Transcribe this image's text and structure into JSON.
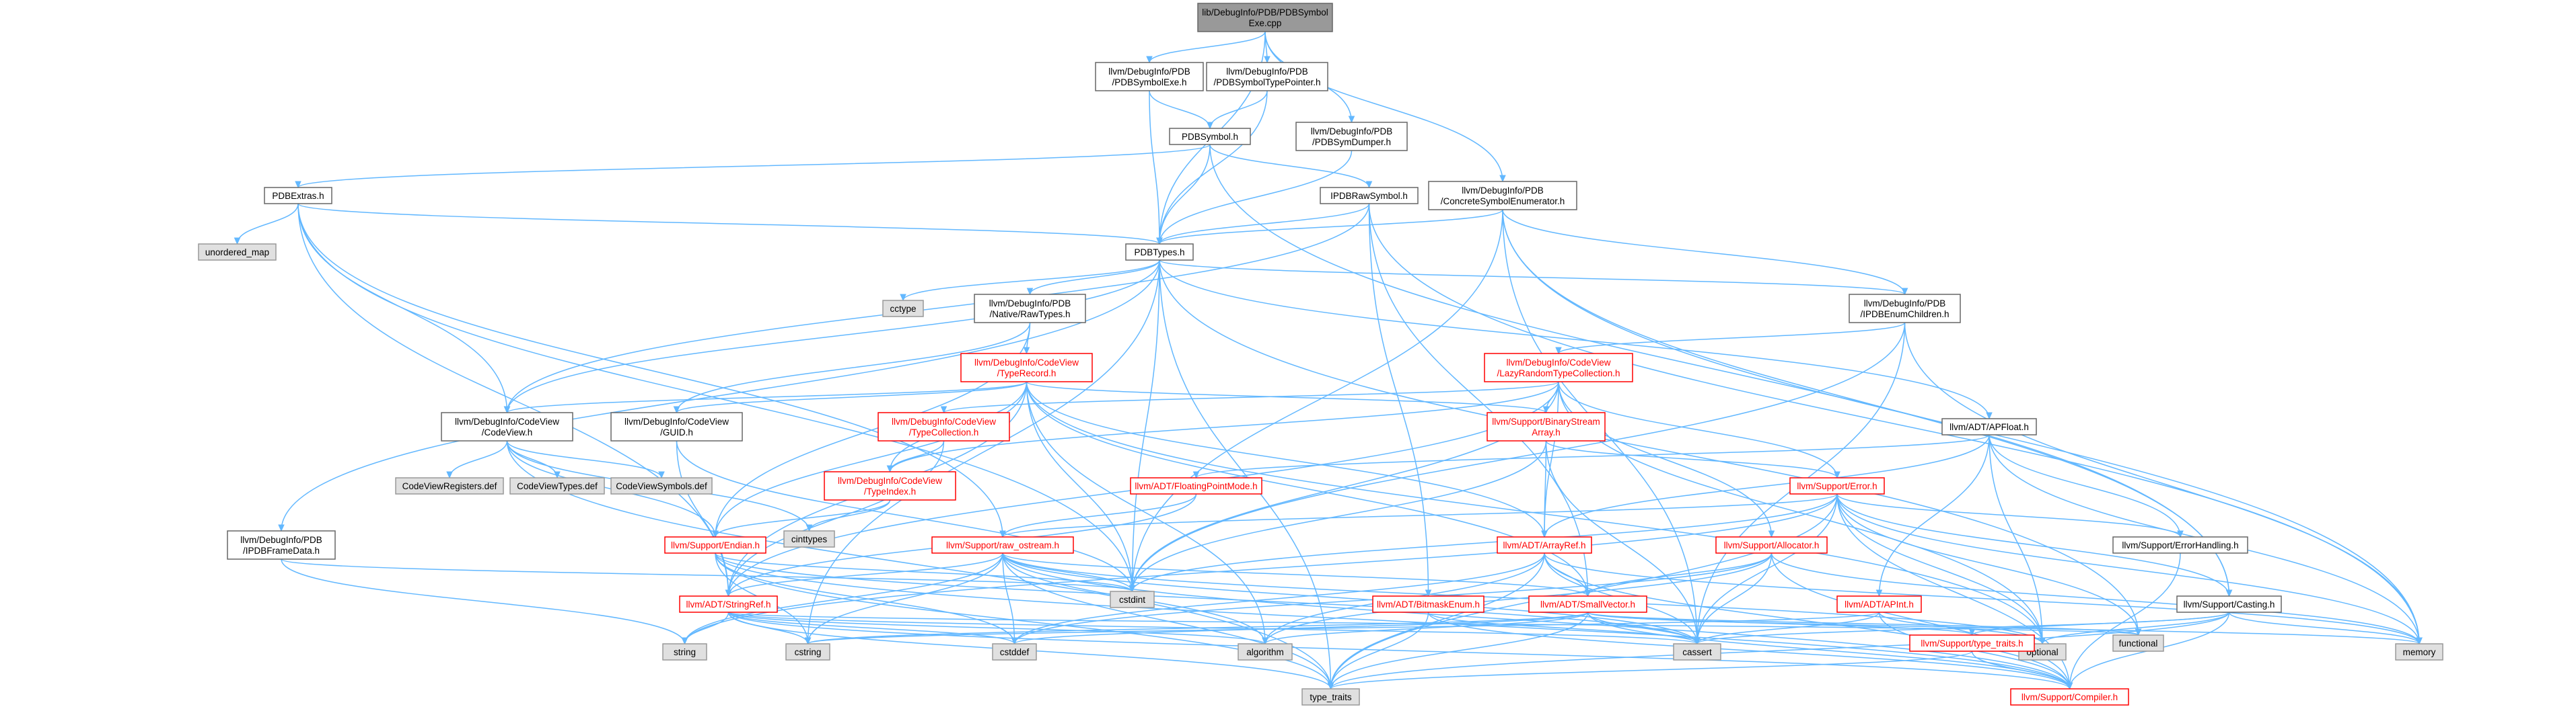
{
  "colors": {
    "edge": "#63b8ff",
    "root_fill": "#999999",
    "plain_border": "#666666",
    "red_border": "#ff0000",
    "red_text": "#ff0000",
    "gray_fill": "#e0e0e0"
  },
  "nodes": [
    {
      "id": "root",
      "lines": [
        "lib/DebugInfo/PDB/PDBSymbol",
        "Exe.cpp"
      ],
      "kind": "root"
    },
    {
      "id": "exe_h",
      "lines": [
        "llvm/DebugInfo/PDB",
        "/PDBSymbolExe.h"
      ],
      "kind": "plain"
    },
    {
      "id": "typeptr_h",
      "lines": [
        "llvm/DebugInfo/PDB",
        "/PDBSymbolTypePointer.h"
      ],
      "kind": "plain"
    },
    {
      "id": "symbol_h",
      "lines": [
        "PDBSymbol.h"
      ],
      "kind": "plain"
    },
    {
      "id": "symdumper_h",
      "lines": [
        "llvm/DebugInfo/PDB",
        "/PDBSymDumper.h"
      ],
      "kind": "plain"
    },
    {
      "id": "extras_h",
      "lines": [
        "PDBExtras.h"
      ],
      "kind": "plain"
    },
    {
      "id": "irawsym_h",
      "lines": [
        "IPDBRawSymbol.h"
      ],
      "kind": "plain"
    },
    {
      "id": "concrete_h",
      "lines": [
        "llvm/DebugInfo/PDB",
        "/ConcreteSymbolEnumerator.h"
      ],
      "kind": "plain"
    },
    {
      "id": "unordered_map",
      "lines": [
        "unordered_map"
      ],
      "kind": "gray"
    },
    {
      "id": "pdbtypes_h",
      "lines": [
        "PDBTypes.h"
      ],
      "kind": "plain"
    },
    {
      "id": "cctype",
      "lines": [
        "cctype"
      ],
      "kind": "gray"
    },
    {
      "id": "rawtypes_h",
      "lines": [
        "llvm/DebugInfo/PDB",
        "/Native/RawTypes.h"
      ],
      "kind": "plain"
    },
    {
      "id": "ienumchildren_h",
      "lines": [
        "llvm/DebugInfo/PDB",
        "/IPDBEnumChildren.h"
      ],
      "kind": "plain"
    },
    {
      "id": "typerecord_h",
      "lines": [
        "llvm/DebugInfo/CodeView",
        "/TypeRecord.h"
      ],
      "kind": "red"
    },
    {
      "id": "lazyrandom_h",
      "lines": [
        "llvm/DebugInfo/CodeView",
        "/LazyRandomTypeCollection.h"
      ],
      "kind": "red"
    },
    {
      "id": "codeview_h",
      "lines": [
        "llvm/DebugInfo/CodeView",
        "/CodeView.h"
      ],
      "kind": "plain"
    },
    {
      "id": "guid_h",
      "lines": [
        "llvm/DebugInfo/CodeView",
        "/GUID.h"
      ],
      "kind": "plain"
    },
    {
      "id": "typecollection_h",
      "lines": [
        "llvm/DebugInfo/CodeView",
        "/TypeCollection.h"
      ],
      "kind": "red"
    },
    {
      "id": "binarystream_h",
      "lines": [
        "llvm/Support/BinaryStream",
        "Array.h"
      ],
      "kind": "red"
    },
    {
      "id": "apfloat_h",
      "lines": [
        "llvm/ADT/APFloat.h"
      ],
      "kind": "plain"
    },
    {
      "id": "cvregisters_def",
      "lines": [
        "CodeViewRegisters.def"
      ],
      "kind": "gray"
    },
    {
      "id": "cvtypes_def",
      "lines": [
        "CodeViewTypes.def"
      ],
      "kind": "gray"
    },
    {
      "id": "cvsymbols_def",
      "lines": [
        "CodeViewSymbols.def"
      ],
      "kind": "gray"
    },
    {
      "id": "typeindex_h",
      "lines": [
        "llvm/DebugInfo/CodeView",
        "/TypeIndex.h"
      ],
      "kind": "red"
    },
    {
      "id": "floatingpointmode_h",
      "lines": [
        "llvm/ADT/FloatingPointMode.h"
      ],
      "kind": "red"
    },
    {
      "id": "error_h",
      "lines": [
        "llvm/Support/Error.h"
      ],
      "kind": "red"
    },
    {
      "id": "cinttypes",
      "lines": [
        "cinttypes"
      ],
      "kind": "gray"
    },
    {
      "id": "framedata_h",
      "lines": [
        "llvm/DebugInfo/PDB",
        "/IPDBFrameData.h"
      ],
      "kind": "plain"
    },
    {
      "id": "endian_h",
      "lines": [
        "llvm/Support/Endian.h"
      ],
      "kind": "red"
    },
    {
      "id": "rawostream_h",
      "lines": [
        "llvm/Support/raw_ostream.h"
      ],
      "kind": "red"
    },
    {
      "id": "arrayref_h",
      "lines": [
        "llvm/ADT/ArrayRef.h"
      ],
      "kind": "red"
    },
    {
      "id": "allocator_h",
      "lines": [
        "llvm/Support/Allocator.h"
      ],
      "kind": "red"
    },
    {
      "id": "errorhandling_h",
      "lines": [
        "llvm/Support/ErrorHandling.h"
      ],
      "kind": "plain"
    },
    {
      "id": "cstdint",
      "lines": [
        "cstdint"
      ],
      "kind": "gray"
    },
    {
      "id": "stringref_h",
      "lines": [
        "llvm/ADT/StringRef.h"
      ],
      "kind": "red"
    },
    {
      "id": "bitmaskenum_h",
      "lines": [
        "llvm/ADT/BitmaskEnum.h"
      ],
      "kind": "red"
    },
    {
      "id": "smallvector_h",
      "lines": [
        "llvm/ADT/SmallVector.h"
      ],
      "kind": "red"
    },
    {
      "id": "apint_h",
      "lines": [
        "llvm/ADT/APInt.h"
      ],
      "kind": "red"
    },
    {
      "id": "casting_h",
      "lines": [
        "llvm/Support/Casting.h"
      ],
      "kind": "plain"
    },
    {
      "id": "string",
      "lines": [
        "string"
      ],
      "kind": "gray"
    },
    {
      "id": "cstring",
      "lines": [
        "cstring"
      ],
      "kind": "gray"
    },
    {
      "id": "cstddef",
      "lines": [
        "cstddef"
      ],
      "kind": "gray"
    },
    {
      "id": "algorithm",
      "lines": [
        "algorithm"
      ],
      "kind": "gray"
    },
    {
      "id": "cassert",
      "lines": [
        "cassert"
      ],
      "kind": "gray"
    },
    {
      "id": "optional",
      "lines": [
        "optional"
      ],
      "kind": "gray"
    },
    {
      "id": "typetraits_support_h",
      "lines": [
        "llvm/Support/type_traits.h"
      ],
      "kind": "red"
    },
    {
      "id": "functional",
      "lines": [
        "functional"
      ],
      "kind": "gray"
    },
    {
      "id": "memory",
      "lines": [
        "memory"
      ],
      "kind": "gray"
    },
    {
      "id": "type_traits",
      "lines": [
        "type_traits"
      ],
      "kind": "gray"
    },
    {
      "id": "compiler_h",
      "lines": [
        "llvm/Support/Compiler.h"
      ],
      "kind": "red"
    }
  ],
  "edges": [
    [
      "root",
      "exe_h"
    ],
    [
      "root",
      "typeptr_h"
    ],
    [
      "root",
      "symdumper_h"
    ],
    [
      "root",
      "concrete_h"
    ],
    [
      "root",
      "pdbtypes_h"
    ],
    [
      "exe_h",
      "symbol_h"
    ],
    [
      "exe_h",
      "pdbtypes_h"
    ],
    [
      "typeptr_h",
      "symbol_h"
    ],
    [
      "typeptr_h",
      "pdbtypes_h"
    ],
    [
      "symbol_h",
      "extras_h"
    ],
    [
      "symbol_h",
      "irawsym_h"
    ],
    [
      "symbol_h",
      "pdbtypes_h"
    ],
    [
      "symbol_h",
      "casting_h"
    ],
    [
      "symdumper_h",
      "pdbtypes_h"
    ],
    [
      "extras_h",
      "unordered_map"
    ],
    [
      "extras_h",
      "pdbtypes_h"
    ],
    [
      "extras_h",
      "codeview_h"
    ],
    [
      "extras_h",
      "cstdint"
    ],
    [
      "extras_h",
      "rawostream_h"
    ],
    [
      "extras_h",
      "stringref_h"
    ],
    [
      "irawsym_h",
      "pdbtypes_h"
    ],
    [
      "irawsym_h",
      "bitmaskenum_h"
    ],
    [
      "irawsym_h",
      "smallvector_h"
    ],
    [
      "irawsym_h",
      "memory"
    ],
    [
      "irawsym_h",
      "codeview_h"
    ],
    [
      "concrete_h",
      "pdbtypes_h"
    ],
    [
      "concrete_h",
      "ienumchildren_h"
    ],
    [
      "concrete_h",
      "cstdint"
    ],
    [
      "concrete_h",
      "casting_h"
    ],
    [
      "concrete_h",
      "memory"
    ],
    [
      "concrete_h",
      "cassert"
    ],
    [
      "pdbtypes_h",
      "cctype"
    ],
    [
      "pdbtypes_h",
      "rawtypes_h"
    ],
    [
      "pdbtypes_h",
      "ienumchildren_h"
    ],
    [
      "pdbtypes_h",
      "codeview_h"
    ],
    [
      "pdbtypes_h",
      "apfloat_h"
    ],
    [
      "pdbtypes_h",
      "framedata_h"
    ],
    [
      "pdbtypes_h",
      "cstdint"
    ],
    [
      "pdbtypes_h",
      "cstring"
    ],
    [
      "pdbtypes_h",
      "functional"
    ],
    [
      "pdbtypes_h",
      "type_traits"
    ],
    [
      "rawtypes_h",
      "typerecord_h"
    ],
    [
      "rawtypes_h",
      "guid_h"
    ],
    [
      "rawtypes_h",
      "endian_h"
    ],
    [
      "ienumchildren_h",
      "lazyrandom_h"
    ],
    [
      "ienumchildren_h",
      "cassert"
    ],
    [
      "ienumchildren_h",
      "cstdint"
    ],
    [
      "ienumchildren_h",
      "memory"
    ],
    [
      "typerecord_h",
      "codeview_h"
    ],
    [
      "typerecord_h",
      "guid_h"
    ],
    [
      "typerecord_h",
      "typeindex_h"
    ],
    [
      "typerecord_h",
      "binarystream_h"
    ],
    [
      "typerecord_h",
      "endian_h"
    ],
    [
      "typerecord_h",
      "arrayref_h"
    ],
    [
      "typerecord_h",
      "stringref_h"
    ],
    [
      "typerecord_h",
      "cstdint"
    ],
    [
      "typerecord_h",
      "algorithm"
    ],
    [
      "typerecord_h",
      "smallvector_h"
    ],
    [
      "typerecord_h",
      "optional"
    ],
    [
      "lazyrandom_h",
      "typecollection_h"
    ],
    [
      "lazyrandom_h",
      "binarystream_h"
    ],
    [
      "lazyrandom_h",
      "error_h"
    ],
    [
      "lazyrandom_h",
      "allocator_h"
    ],
    [
      "lazyrandom_h",
      "arrayref_h"
    ],
    [
      "lazyrandom_h",
      "stringref_h"
    ],
    [
      "lazyrandom_h",
      "cstdint"
    ],
    [
      "lazyrandom_h",
      "typeindex_h"
    ],
    [
      "lazyrandom_h",
      "optional"
    ],
    [
      "codeview_h",
      "cvregisters_def"
    ],
    [
      "codeview_h",
      "cvtypes_def"
    ],
    [
      "codeview_h",
      "cvsymbols_def"
    ],
    [
      "codeview_h",
      "cinttypes"
    ],
    [
      "codeview_h",
      "type_traits"
    ],
    [
      "codeview_h",
      "endian_h"
    ],
    [
      "guid_h",
      "cstdint"
    ],
    [
      "guid_h",
      "stringref_h"
    ],
    [
      "typecollection_h",
      "typeindex_h"
    ],
    [
      "typecollection_h",
      "stringref_h"
    ],
    [
      "binarystream_h",
      "arrayref_h"
    ],
    [
      "binarystream_h",
      "error_h"
    ],
    [
      "binarystream_h",
      "cassert"
    ],
    [
      "binarystream_h",
      "cstdint"
    ],
    [
      "apfloat_h",
      "floatingpointmode_h"
    ],
    [
      "apfloat_h",
      "apint_h"
    ],
    [
      "apfloat_h",
      "arrayref_h"
    ],
    [
      "apfloat_h",
      "errorhandling_h"
    ],
    [
      "apfloat_h",
      "memory"
    ],
    [
      "apfloat_h",
      "optional"
    ],
    [
      "typeindex_h",
      "endian_h"
    ],
    [
      "typeindex_h",
      "cinttypes"
    ],
    [
      "floatingpointmode_h",
      "rawostream_h"
    ],
    [
      "floatingpointmode_h",
      "stringref_h"
    ],
    [
      "error_h",
      "errorhandling_h"
    ],
    [
      "error_h",
      "rawostream_h"
    ],
    [
      "error_h",
      "compiler_h"
    ],
    [
      "error_h",
      "cassert"
    ],
    [
      "error_h",
      "cstdint"
    ],
    [
      "error_h",
      "functional"
    ],
    [
      "error_h",
      "memory"
    ],
    [
      "error_h",
      "optional"
    ],
    [
      "error_h",
      "string"
    ],
    [
      "error_h",
      "type_traits"
    ],
    [
      "error_h",
      "casting_h"
    ],
    [
      "framedata_h",
      "cstdint"
    ],
    [
      "framedata_h",
      "string"
    ],
    [
      "endian_h",
      "compiler_h"
    ],
    [
      "endian_h",
      "cassert"
    ],
    [
      "endian_h",
      "cstddef"
    ],
    [
      "endian_h",
      "cstdint"
    ],
    [
      "endian_h",
      "cstring"
    ],
    [
      "endian_h",
      "type_traits"
    ],
    [
      "rawostream_h",
      "compiler_h"
    ],
    [
      "rawostream_h",
      "cassert"
    ],
    [
      "rawostream_h",
      "cstddef"
    ],
    [
      "rawostream_h",
      "cstdint"
    ],
    [
      "rawostream_h",
      "cstring"
    ],
    [
      "rawostream_h",
      "optional"
    ],
    [
      "rawostream_h",
      "string"
    ],
    [
      "rawostream_h",
      "type_traits"
    ],
    [
      "rawostream_h",
      "smallvector_h"
    ],
    [
      "rawostream_h",
      "stringref_h"
    ],
    [
      "rawostream_h",
      "algorithm"
    ],
    [
      "arrayref_h",
      "smallvector_h"
    ],
    [
      "arrayref_h",
      "compiler_h"
    ],
    [
      "arrayref_h",
      "algorithm"
    ],
    [
      "arrayref_h",
      "cassert"
    ],
    [
      "arrayref_h",
      "cstddef"
    ],
    [
      "arrayref_h",
      "memory"
    ],
    [
      "arrayref_h",
      "type_traits"
    ],
    [
      "allocator_h",
      "compiler_h"
    ],
    [
      "allocator_h",
      "smallvector_h"
    ],
    [
      "allocator_h",
      "algorithm"
    ],
    [
      "allocator_h",
      "cassert"
    ],
    [
      "allocator_h",
      "cstddef"
    ],
    [
      "allocator_h",
      "memory"
    ],
    [
      "errorhandling_h",
      "compiler_h"
    ],
    [
      "stringref_h",
      "compiler_h"
    ],
    [
      "stringref_h",
      "algorithm"
    ],
    [
      "stringref_h",
      "cassert"
    ],
    [
      "stringref_h",
      "cstddef"
    ],
    [
      "stringref_h",
      "cstring"
    ],
    [
      "stringref_h",
      "string"
    ],
    [
      "stringref_h",
      "type_traits"
    ],
    [
      "stringref_h",
      "functional"
    ],
    [
      "bitmaskenum_h",
      "compiler_h"
    ],
    [
      "bitmaskenum_h",
      "cassert"
    ],
    [
      "bitmaskenum_h",
      "type_traits"
    ],
    [
      "smallvector_h",
      "compiler_h"
    ],
    [
      "smallvector_h",
      "typetraits_support_h"
    ],
    [
      "smallvector_h",
      "algorithm"
    ],
    [
      "smallvector_h",
      "cassert"
    ],
    [
      "smallvector_h",
      "cstddef"
    ],
    [
      "smallvector_h",
      "cstring"
    ],
    [
      "smallvector_h",
      "memory"
    ],
    [
      "smallvector_h",
      "type_traits"
    ],
    [
      "smallvector_h",
      "functional"
    ],
    [
      "apint_h",
      "compiler_h"
    ],
    [
      "apint_h",
      "cassert"
    ],
    [
      "apint_h",
      "optional"
    ],
    [
      "apint_h",
      "cstring"
    ],
    [
      "casting_h",
      "compiler_h"
    ],
    [
      "casting_h",
      "typetraits_support_h"
    ],
    [
      "casting_h",
      "cassert"
    ],
    [
      "casting_h",
      "memory"
    ],
    [
      "casting_h",
      "optional"
    ],
    [
      "casting_h",
      "type_traits"
    ],
    [
      "typetraits_support_h",
      "compiler_h"
    ],
    [
      "typetraits_support_h",
      "type_traits"
    ]
  ]
}
